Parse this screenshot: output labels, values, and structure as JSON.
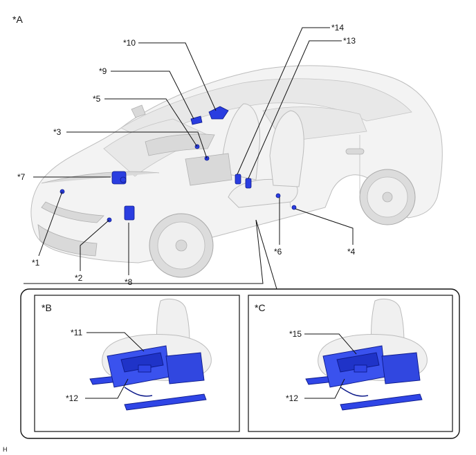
{
  "overall_label": "*A",
  "callouts": {
    "c1": "*1",
    "c2": "*2",
    "c3": "*3",
    "c4": "*4",
    "c5": "*5",
    "c6": "*6",
    "c7": "*7",
    "c8": "*8",
    "c9": "*9",
    "c10": "*10",
    "c13": "*13",
    "c14": "*14"
  },
  "panel_b": {
    "label": "*B",
    "c11": "*11",
    "c12": "*12"
  },
  "panel_c": {
    "label": "*C",
    "c15": "*15",
    "c12": "*12"
  },
  "footer_code": "H",
  "colors": {
    "component": "#2a3de0",
    "outline": "#111111"
  }
}
